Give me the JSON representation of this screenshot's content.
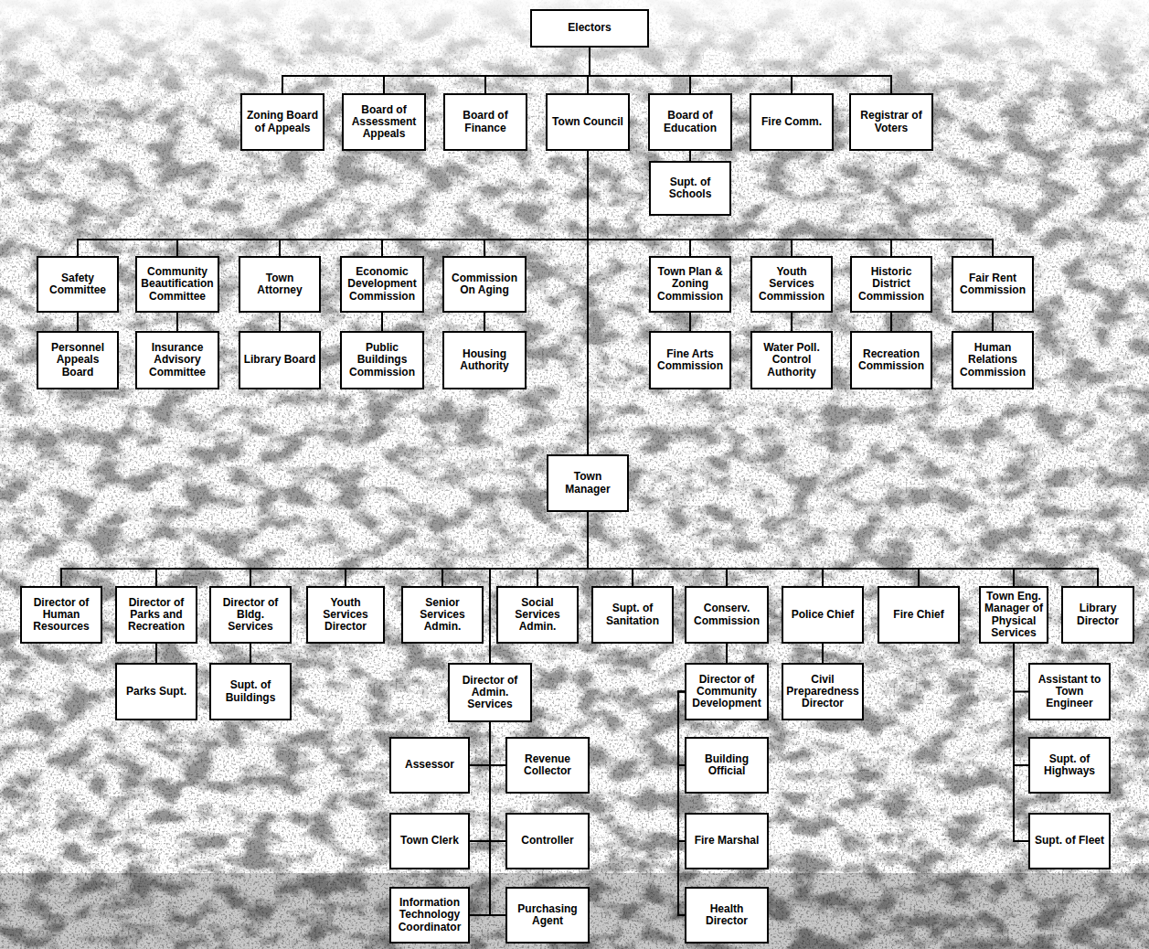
{
  "diagram": {
    "nodes": [
      {
        "text": [
          "Electors"
        ]
      },
      {
        "text": [
          "Zoning Board of Appeals"
        ]
      },
      {
        "text": [
          "Board of Assessment Appeals"
        ]
      },
      {
        "text": [
          "Board of Finance"
        ]
      },
      {
        "text": [
          "Town Council"
        ]
      },
      {
        "text": [
          "Board of Education"
        ]
      },
      {
        "text": [
          "Fire Comm."
        ]
      },
      {
        "text": [
          "Registrar of Voters"
        ]
      },
      {
        "text": [
          "Supt. of Schools"
        ]
      },
      {
        "text": [
          "Safety Committee"
        ]
      },
      {
        "text": [
          "Community Beautification Committee"
        ]
      },
      {
        "text": [
          "Town Attorney"
        ]
      },
      {
        "text": [
          "Economic Development Commission"
        ]
      },
      {
        "text": [
          "Commission On Aging"
        ]
      },
      {
        "text": [
          "Town Plan & Zoning Commission"
        ]
      },
      {
        "text": [
          "Youth Services Commission"
        ]
      },
      {
        "text": [
          "Historic District Commission"
        ]
      },
      {
        "text": [
          "Fair Rent Commission"
        ]
      },
      {
        "text": [
          "Personnel Appeals Board"
        ]
      },
      {
        "text": [
          "Insurance Advisory Committee"
        ]
      },
      {
        "text": [
          "Library Board"
        ]
      },
      {
        "text": [
          "Public Buildings Commission"
        ]
      },
      {
        "text": [
          "Housing Authority"
        ]
      },
      {
        "text": [
          "Fine Arts Commission"
        ]
      },
      {
        "text": [
          "Water Poll. Control Authority"
        ]
      },
      {
        "text": [
          "Recreation Commission"
        ]
      },
      {
        "text": [
          "Human Relations Commission"
        ]
      },
      {
        "text": [
          "Town Manager"
        ]
      },
      {
        "text": [
          "Director of Human Resources"
        ]
      },
      {
        "text": [
          "Director of Parks and Recreation"
        ]
      },
      {
        "text": [
          "Director of Bldg. Services"
        ]
      },
      {
        "text": [
          "Youth Services Director"
        ]
      },
      {
        "text": [
          "Senior Services Admin."
        ]
      },
      {
        "text": [
          "Social Services Admin."
        ]
      },
      {
        "text": [
          "Supt. of Sanitation"
        ]
      },
      {
        "text": [
          "Conserv. Commission"
        ]
      },
      {
        "text": [
          "Police Chief"
        ]
      },
      {
        "text": [
          "Fire Chief"
        ]
      },
      {
        "text": [
          "Town Eng. Manager of Physical Services"
        ]
      },
      {
        "text": [
          "Library Director"
        ]
      },
      {
        "text": [
          "Parks Supt."
        ]
      },
      {
        "text": [
          "Supt. of Buildings"
        ]
      },
      {
        "text": [
          "Director of Admin. Services"
        ]
      },
      {
        "text": [
          "Director of Community Development"
        ]
      },
      {
        "text": [
          "Civil Preparedness Director"
        ]
      },
      {
        "text": [
          "Assistant to Town Engineer"
        ]
      },
      {
        "text": [
          "Assessor"
        ]
      },
      {
        "text": [
          "Revenue Collector"
        ]
      },
      {
        "text": [
          "Building Official"
        ]
      },
      {
        "text": [
          "Supt. of Highways"
        ]
      },
      {
        "text": [
          "Town Clerk"
        ]
      },
      {
        "text": [
          "Controller"
        ]
      },
      {
        "text": [
          "Fire Marshal"
        ]
      },
      {
        "text": [
          "Supt. of Fleet"
        ]
      },
      {
        "text": [
          "Information Technology Coordinator"
        ]
      },
      {
        "text": [
          "Purchasing Agent"
        ]
      },
      {
        "text": [
          "Health Director"
        ]
      }
    ],
    "edges": [
      {
        "from": 0,
        "to": 1,
        "arrow": "none"
      },
      {
        "from": 0,
        "to": 2,
        "arrow": "none"
      },
      {
        "from": 0,
        "to": 3,
        "arrow": "none"
      },
      {
        "from": 0,
        "to": 4,
        "arrow": "none"
      },
      {
        "from": 0,
        "to": 5,
        "arrow": "none"
      },
      {
        "from": 0,
        "to": 6,
        "arrow": "none"
      },
      {
        "from": 0,
        "to": 7,
        "arrow": "none"
      },
      {
        "from": 5,
        "to": 8,
        "arrow": "none"
      },
      {
        "from": 4,
        "to": 9,
        "arrow": "none"
      },
      {
        "from": 4,
        "to": 10,
        "arrow": "none"
      },
      {
        "from": 4,
        "to": 11,
        "arrow": "none"
      },
      {
        "from": 4,
        "to": 12,
        "arrow": "none"
      },
      {
        "from": 4,
        "to": 13,
        "arrow": "none"
      },
      {
        "from": 4,
        "to": 14,
        "arrow": "none"
      },
      {
        "from": 4,
        "to": 15,
        "arrow": "none"
      },
      {
        "from": 4,
        "to": 16,
        "arrow": "none"
      },
      {
        "from": 4,
        "to": 17,
        "arrow": "none"
      },
      {
        "from": 9,
        "to": 18,
        "arrow": "none"
      },
      {
        "from": 10,
        "to": 19,
        "arrow": "none"
      },
      {
        "from": 11,
        "to": 20,
        "arrow": "none"
      },
      {
        "from": 12,
        "to": 21,
        "arrow": "none"
      },
      {
        "from": 13,
        "to": 22,
        "arrow": "none"
      },
      {
        "from": 14,
        "to": 23,
        "arrow": "none"
      },
      {
        "from": 15,
        "to": 24,
        "arrow": "none"
      },
      {
        "from": 16,
        "to": 25,
        "arrow": "none"
      },
      {
        "from": 17,
        "to": 26,
        "arrow": "none"
      },
      {
        "from": 4,
        "to": 27,
        "arrow": "none"
      },
      {
        "from": 27,
        "to": 28,
        "arrow": "none"
      },
      {
        "from": 27,
        "to": 29,
        "arrow": "none"
      },
      {
        "from": 27,
        "to": 30,
        "arrow": "none"
      },
      {
        "from": 27,
        "to": 31,
        "arrow": "none"
      },
      {
        "from": 27,
        "to": 32,
        "arrow": "none"
      },
      {
        "from": 27,
        "to": 33,
        "arrow": "none"
      },
      {
        "from": 27,
        "to": 34,
        "arrow": "none"
      },
      {
        "from": 27,
        "to": 35,
        "arrow": "none"
      },
      {
        "from": 27,
        "to": 36,
        "arrow": "none"
      },
      {
        "from": 27,
        "to": 37,
        "arrow": "none"
      },
      {
        "from": 27,
        "to": 38,
        "arrow": "none"
      },
      {
        "from": 27,
        "to": 39,
        "arrow": "none"
      },
      {
        "from": 27,
        "to": 42,
        "arrow": "none"
      },
      {
        "from": 29,
        "to": 40,
        "arrow": "none"
      },
      {
        "from": 30,
        "to": 41,
        "arrow": "none"
      },
      {
        "from": 35,
        "to": 43,
        "arrow": "none"
      },
      {
        "from": 36,
        "to": 44,
        "arrow": "none"
      },
      {
        "from": 38,
        "to": 45,
        "arrow": "none"
      },
      {
        "from": 38,
        "to": 49,
        "arrow": "none"
      },
      {
        "from": 38,
        "to": 53,
        "arrow": "none"
      },
      {
        "from": 42,
        "to": 46,
        "arrow": "none"
      },
      {
        "from": 42,
        "to": 47,
        "arrow": "none"
      },
      {
        "from": 42,
        "to": 50,
        "arrow": "none"
      },
      {
        "from": 42,
        "to": 51,
        "arrow": "none"
      },
      {
        "from": 42,
        "to": 54,
        "arrow": "none"
      },
      {
        "from": 42,
        "to": 55,
        "arrow": "none"
      },
      {
        "from": 43,
        "to": 48,
        "arrow": "none"
      },
      {
        "from": 43,
        "to": 52,
        "arrow": "none"
      },
      {
        "from": 43,
        "to": 56,
        "arrow": "none"
      }
    ]
  }
}
